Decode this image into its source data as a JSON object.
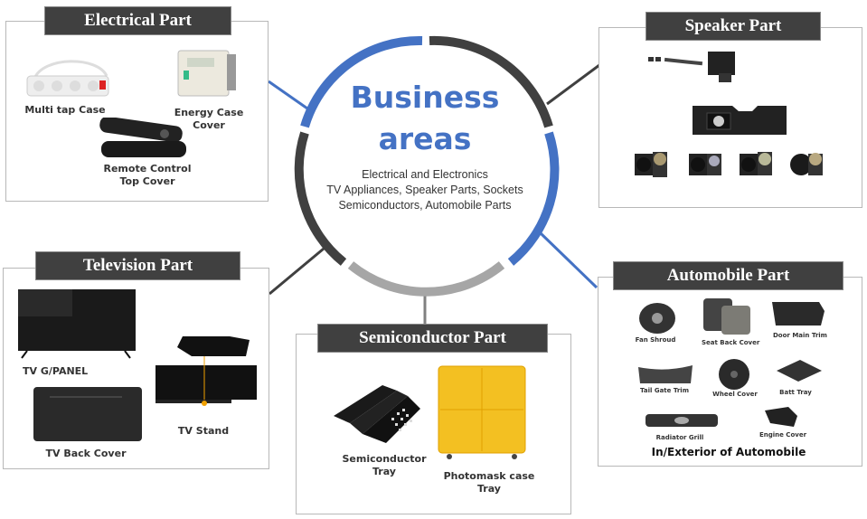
{
  "center": {
    "title_line1": "Business",
    "title_line2": "areas",
    "subtitle": [
      "Electrical and Electronics",
      "TV Appliances, Speaker Parts, Sockets",
      "Semiconductors, Automobile Parts"
    ]
  },
  "colors": {
    "accent_blue": "#4472c4",
    "dark": "#404040",
    "gray": "#a6a6a6"
  },
  "panels": {
    "electrical": {
      "title": "Electrical Part",
      "items": [
        "Multi tap Case",
        "Energy Case\nCover",
        "Remote Control\nTop Cover"
      ]
    },
    "speaker": {
      "title": "Speaker Part"
    },
    "television": {
      "title": "Television Part",
      "items": [
        "TV G/PANEL",
        "TV Back Cover",
        "TV Stand"
      ]
    },
    "semiconductor": {
      "title": "Semiconductor Part",
      "items": [
        "Semiconductor\nTray",
        "Photomask case\nTray"
      ]
    },
    "automobile": {
      "title": "Automobile Part",
      "items": [
        "Fan Shroud",
        "Seat Back Cover",
        "Door Main Trim",
        "Tail Gate Trim",
        "Wheel Cover",
        "Batt Tray",
        "Radiator Grill",
        "Engine Cover"
      ],
      "caption": "In/Exterior of Automobile"
    }
  }
}
